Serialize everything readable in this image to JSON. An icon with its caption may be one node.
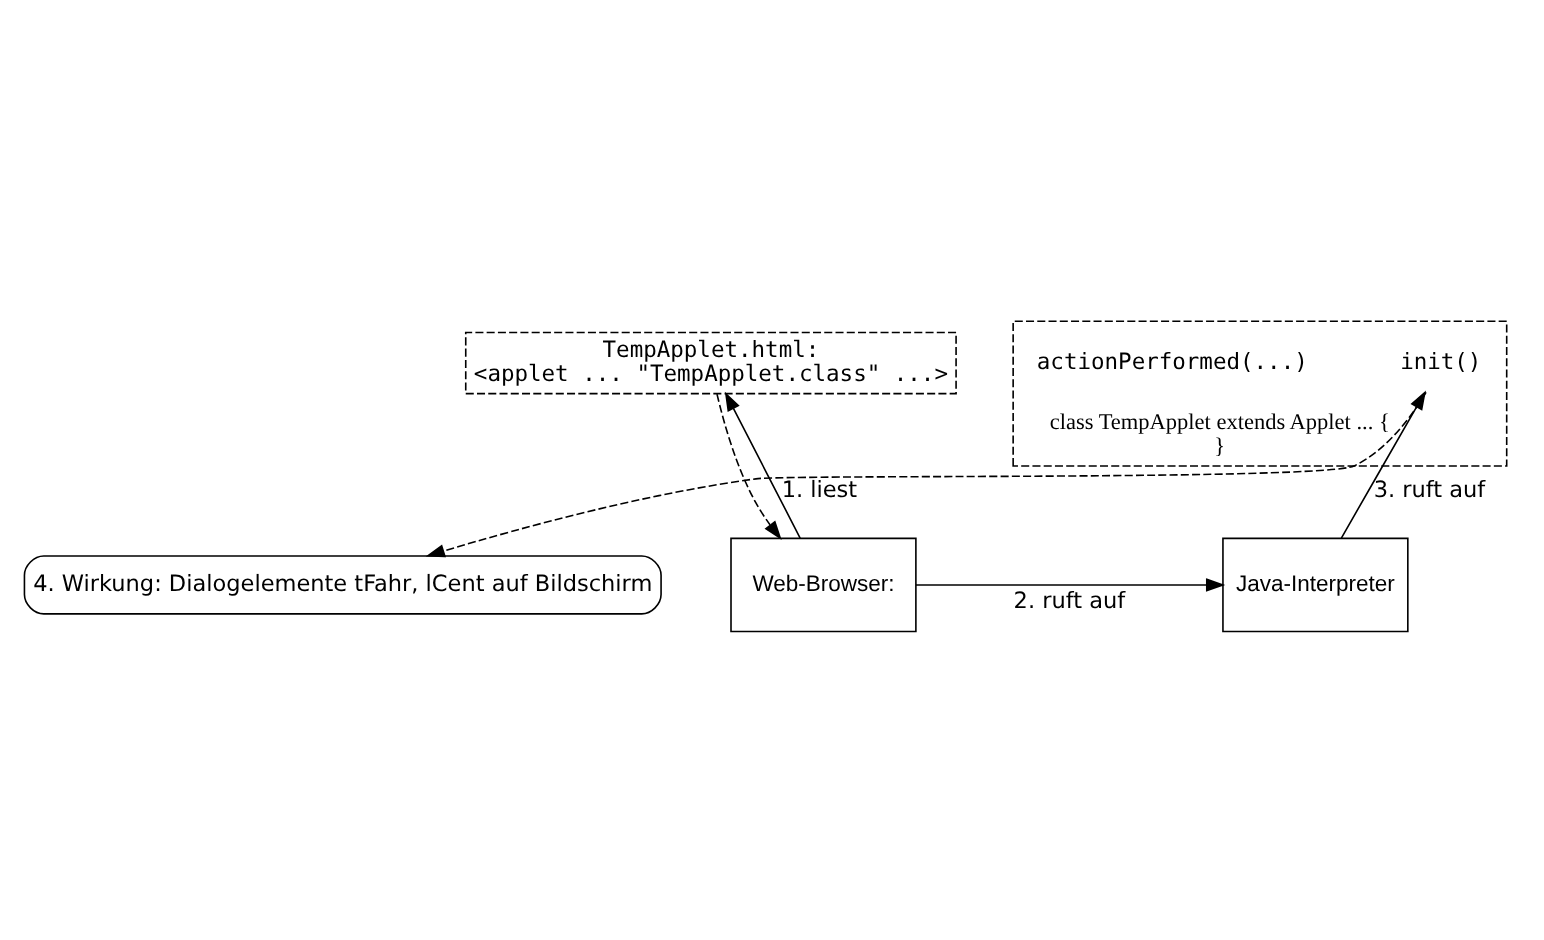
{
  "diagram": {
    "nodes": [
      {
        "text": [
          "class TempApplet extends Applet ... {",
          "}"
        ]
      },
      {
        "text": [
          "init()"
        ],
        "in": 0
      },
      {
        "text": [
          "actionPerformed(...)"
        ],
        "in": 0
      },
      {
        "text": [
          "4. Wirkung: Dialogelemente tFahr, lCent auf Bildschirm"
        ]
      },
      {
        "text": [
          "TempApplet.html:",
          "<applet ... \"TempApplet.class\" ...>"
        ]
      },
      {
        "text": [
          "Web-Browser:"
        ]
      },
      {
        "text": [
          "Java-Interpreter"
        ]
      }
    ],
    "edges": [
      {
        "from": 1,
        "to": 3,
        "arrow": "to",
        "style": "dashed"
      },
      {
        "from": 5,
        "to": 4,
        "arrow": "to",
        "label": "1. liest"
      },
      {
        "from": 4,
        "to": 5,
        "arrow": "to",
        "style": "dashed"
      },
      {
        "from": 5,
        "to": 6,
        "arrow": "to",
        "label": "2. ruft auf"
      },
      {
        "from": 6,
        "to": 1,
        "arrow": "to",
        "label": "3. ruft auf"
      }
    ]
  }
}
